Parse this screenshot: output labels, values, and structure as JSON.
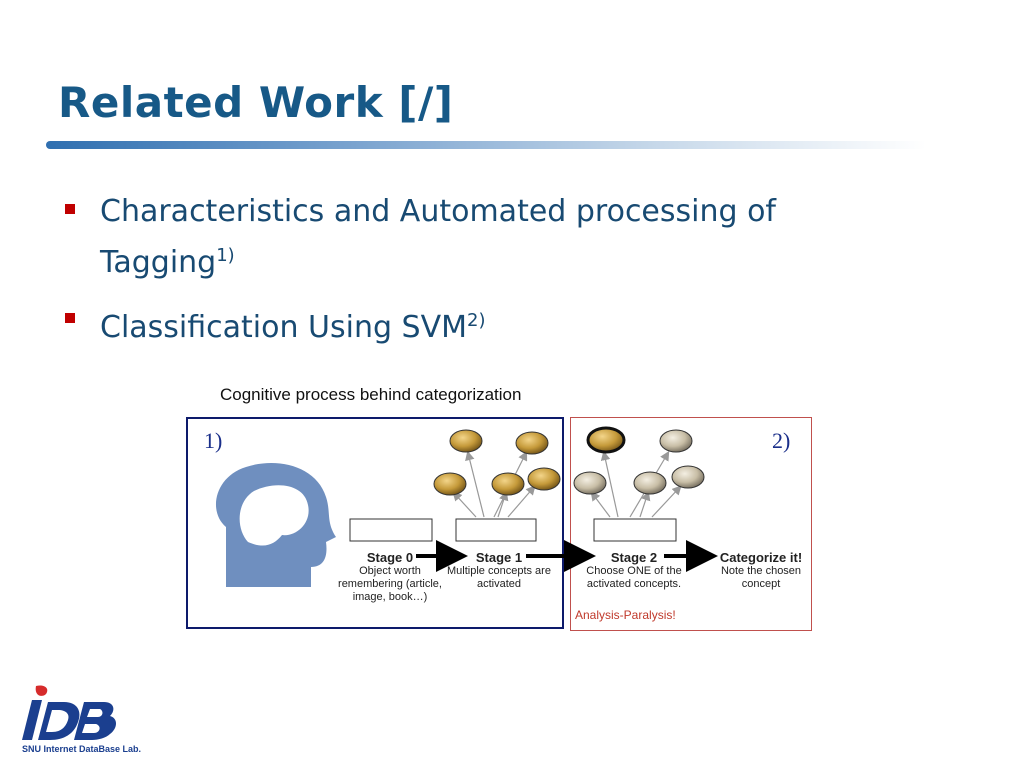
{
  "slide": {
    "title": "Related Work [/]",
    "bullets": [
      {
        "text": "Characteristics and Automated processing of Tagging",
        "ref": "1)"
      },
      {
        "text": "Classification Using SVM",
        "ref": "2)"
      }
    ]
  },
  "figure": {
    "title": "Cognitive process behind categorization",
    "panel_labels": [
      "1)",
      "2)"
    ],
    "stages": [
      {
        "title": "Stage 0",
        "desc": "Object worth remembering (article, image, book…)"
      },
      {
        "title": "Stage 1",
        "desc": "Multiple concepts are activated"
      },
      {
        "title": "Stage 2",
        "desc": "Choose ONE of the activated concepts."
      },
      {
        "title": "Categorize it!",
        "desc": "Note the chosen concept"
      }
    ],
    "warning": "Analysis-Paralysis!",
    "colors": {
      "panel1_border": "#0d1a6b",
      "panel2_border": "#c0504d",
      "warning": "#c0392b",
      "head": "#6f8fbf"
    }
  },
  "logo": {
    "mark": "iDB",
    "caption": "SNU Internet DataBase Lab."
  }
}
